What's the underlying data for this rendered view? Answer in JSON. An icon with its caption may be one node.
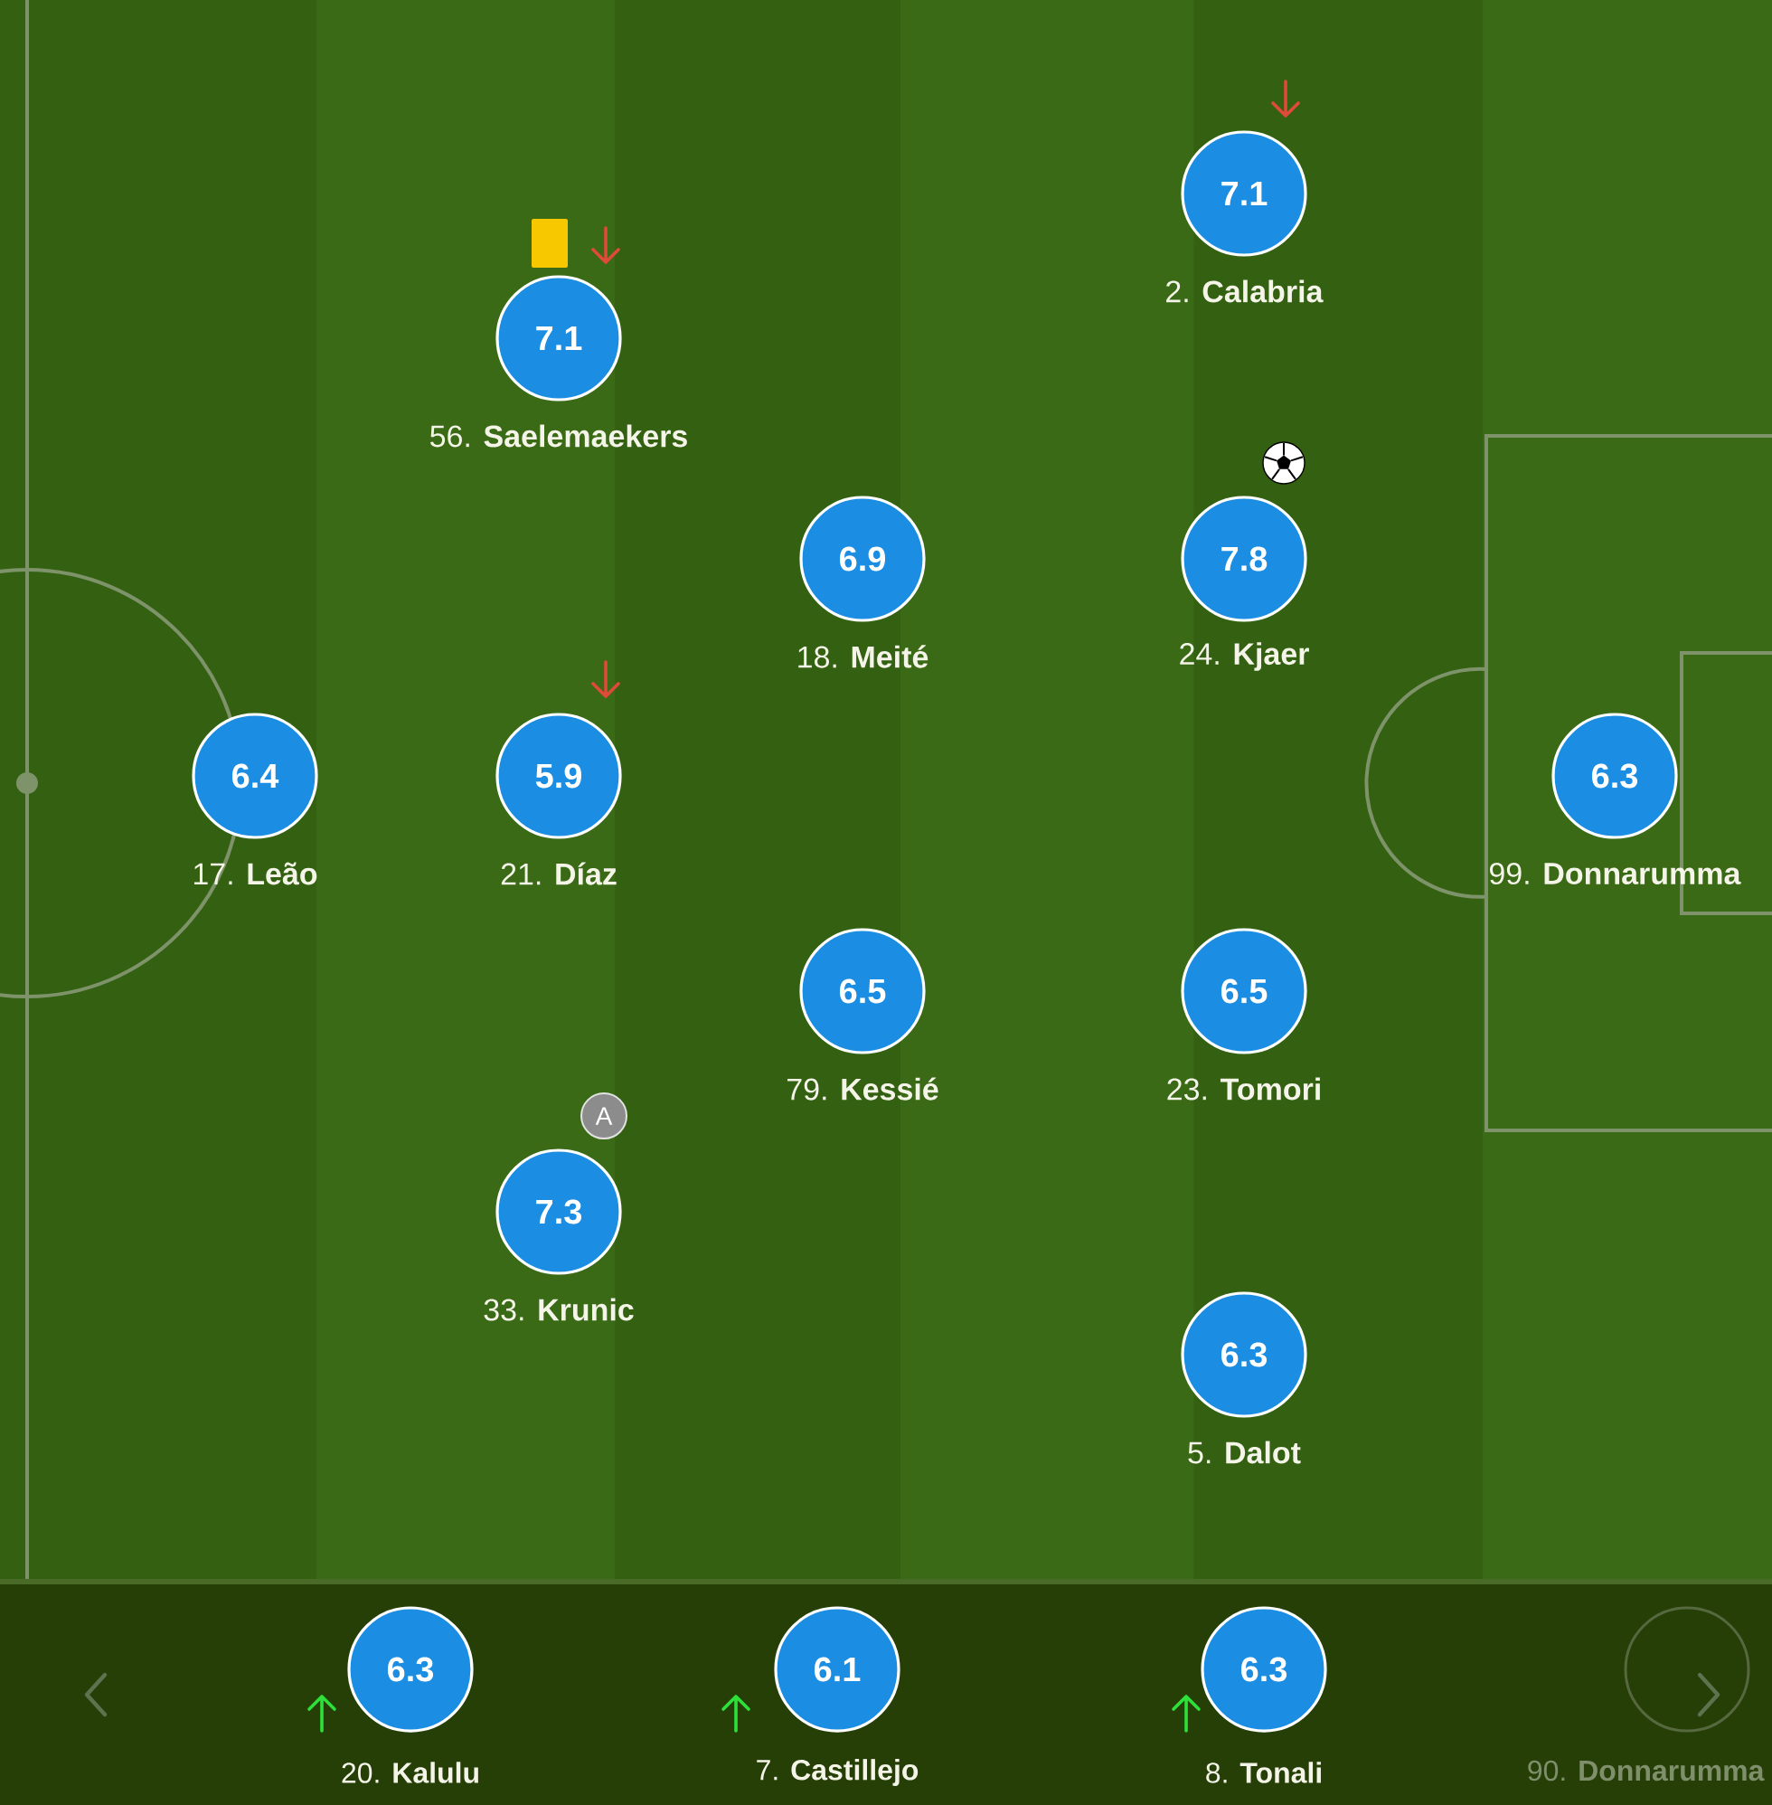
{
  "diagram": {
    "nodes": [
      {
        "text": [
          "7.1"
        ],
        "beside": [
          "2. **Calabria**"
        ]
      },
      {
        "text": [
          "7.1"
        ],
        "beside": [
          "56. **Saelemaekers**"
        ]
      },
      {
        "text": [
          "6.9"
        ],
        "beside": [
          "18. **Meité**"
        ]
      },
      {
        "text": [
          "7.8"
        ],
        "beside": [
          "24. **Kjaer**"
        ]
      },
      {
        "text": [
          "6.4"
        ],
        "beside": [
          "17. **Leão**"
        ]
      },
      {
        "text": [
          "5.9"
        ],
        "beside": [
          "21. **Díaz**"
        ]
      },
      {
        "text": [
          "6.3"
        ],
        "beside": [
          "99. **Donnarumma**"
        ]
      },
      {
        "text": [
          "6.5"
        ],
        "beside": [
          "79. **Kessié**"
        ]
      },
      {
        "text": [
          "6.5"
        ],
        "beside": [
          "23. **Tomori**"
        ]
      },
      {
        "text": [
          "A"
        ]
      },
      {
        "text": [
          "7.3"
        ],
        "beside": [
          "33. **Krunic**"
        ]
      },
      {
        "text": [
          "6.3"
        ],
        "beside": [
          "5. **Dalot**"
        ]
      },
      {
        "text": [
          "6.3"
        ],
        "beside": [
          "20. **Kalulu**"
        ]
      },
      {
        "text": [
          "6.1"
        ],
        "beside": [
          "7. **Castillejo**"
        ]
      },
      {
        "text": [
          "6.3"
        ],
        "beside": [
          "8. **Tonali**"
        ]
      },
      {
        "text": [],
        "shape": "circle",
        "beside": [
          "90. **Donnarumma**"
        ]
      }
    ]
  }
}
